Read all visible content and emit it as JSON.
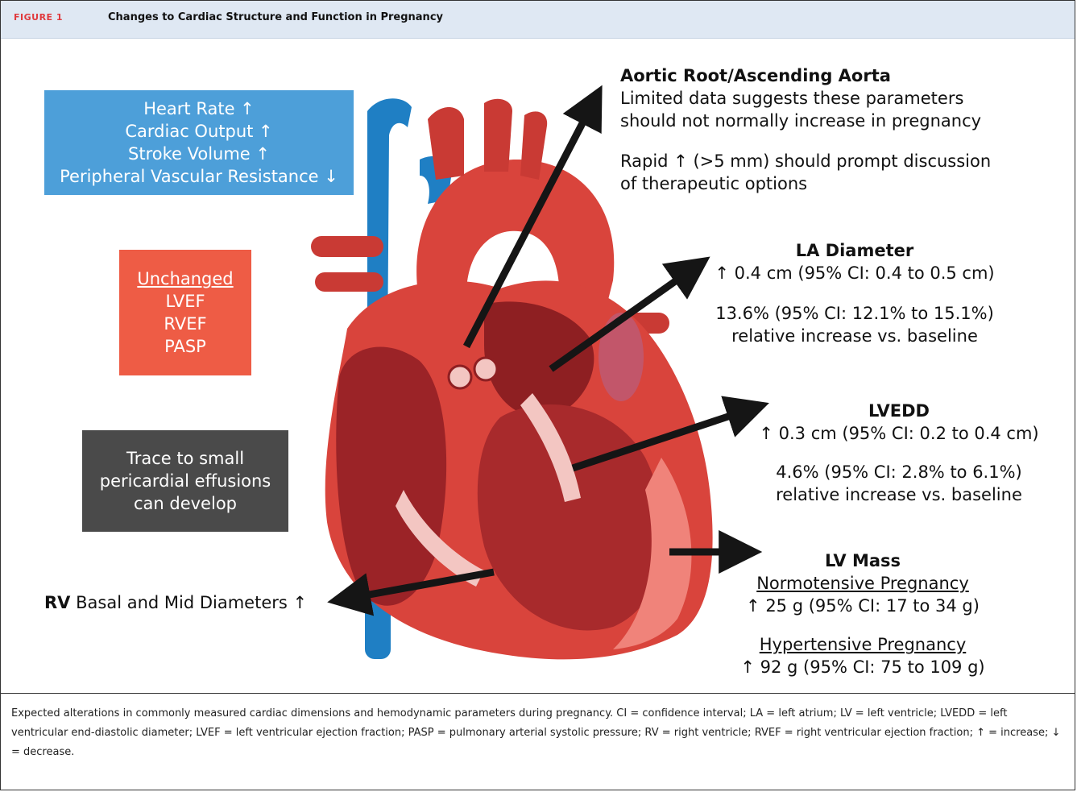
{
  "header": {
    "figure_label": "FIGURE 1",
    "title": "Changes to Cardiac Structure and Function in Pregnancy"
  },
  "hemodynamics_box": {
    "lines": [
      "Heart Rate ↑",
      "Cardiac Output ↑",
      "Stroke Volume ↑",
      "Peripheral Vascular Resistance ↓"
    ],
    "color": "#4d9fd9"
  },
  "unchanged_box": {
    "heading": "Unchanged",
    "items": [
      "LVEF",
      "RVEF",
      "PASP"
    ],
    "color": "#ee5c45"
  },
  "effusion_box": {
    "lines": [
      "Trace to small",
      "pericardial effusions",
      "can develop"
    ],
    "color": "#4a4a4a"
  },
  "aortic_root": {
    "title": "Aortic Root/Ascending Aorta",
    "line1": "Limited data suggests these parameters",
    "line2": "should not normally increase in pregnancy",
    "line3": "Rapid ↑ (>5 mm) should prompt discussion",
    "line4": "of therapeutic options"
  },
  "la_diameter": {
    "title": "LA Diameter",
    "value": "↑ 0.4 cm (95% CI: 0.4 to 0.5 cm)",
    "relative": "13.6% (95% CI: 12.1% to 15.1%)",
    "relative_note": "relative increase vs. baseline"
  },
  "lvedd": {
    "title": "LVEDD",
    "value": "↑ 0.3 cm (95% CI: 0.2 to 0.4 cm)",
    "relative": "4.6% (95% CI: 2.8% to 6.1%)",
    "relative_note": "relative increase vs. baseline"
  },
  "lv_mass": {
    "title": "LV Mass",
    "normo_label": "Normotensive Pregnancy",
    "normo_value": "↑ 25 g (95% CI: 17 to 34 g)",
    "hyper_label": "Hypertensive Pregnancy",
    "hyper_value": "↑ 92 g (95% CI: 75 to 109 g)"
  },
  "rv": {
    "bold": "RV",
    "rest": " Basal and Mid Diameters ↑"
  },
  "caption": "Expected alterations in commonly measured cardiac dimensions and hemodynamic parameters during pregnancy. CI = confidence interval; LA = left atrium; LV = left ventricle; LVEDD = left ventricular end-diastolic diameter; LVEF = left ventricular ejection fraction; PASP = pulmonary arterial systolic pressure; RV = right ventricle; RVEF = right ventricular ejection fraction; ↑ = increase; ↓ = decrease.",
  "colors": {
    "vein_blue": "#1f7fc4",
    "heart_red": "#d9443c",
    "heart_dark": "#8e1f22",
    "heart_light": "#f0837a",
    "arrow": "#151515"
  }
}
